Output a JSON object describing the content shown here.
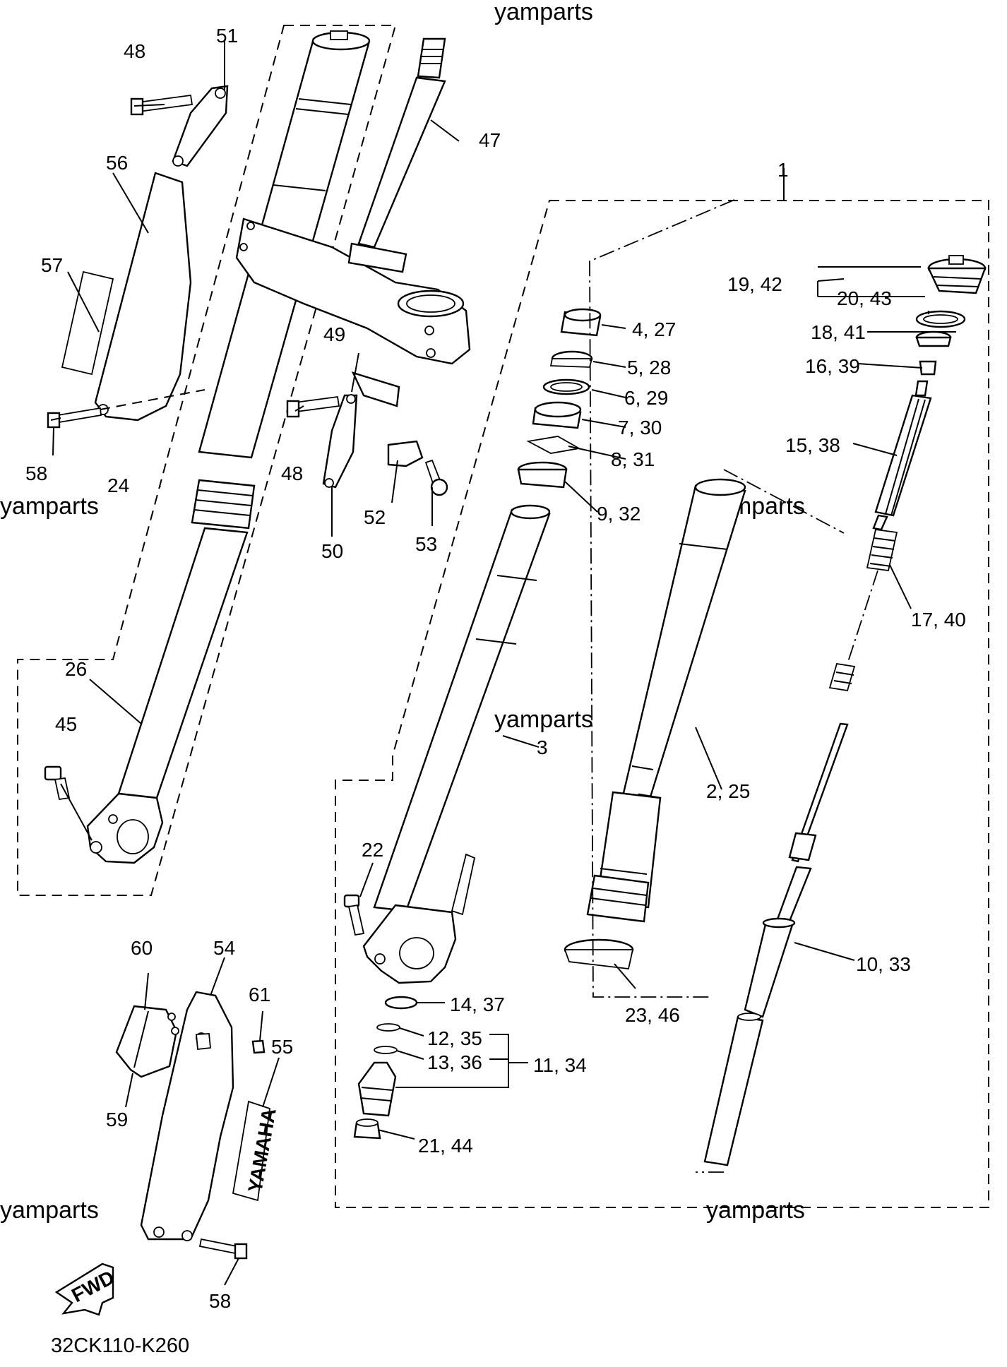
{
  "watermark": "yamparts",
  "diagram_code": "32CK110-K260",
  "fwd_label": "FWD",
  "brand_decal": "YAMAHA",
  "callouts": {
    "c1": "1",
    "c2_25": "2, 25",
    "c3": "3",
    "c4_27": "4, 27",
    "c5_28": "5, 28",
    "c6_29": "6, 29",
    "c7_30": "7, 30",
    "c8_31": "8, 31",
    "c9_32": "9, 32",
    "c10_33": "10, 33",
    "c11_34": "11, 34",
    "c12_35": "12, 35",
    "c13_36": "13, 36",
    "c14_37": "14, 37",
    "c15_38": "15, 38",
    "c16_39": "16, 39",
    "c17_40": "17, 40",
    "c18_41": "18, 41",
    "c19_42": "19, 42",
    "c20_43": "20, 43",
    "c21_44": "21, 44",
    "c22": "22",
    "c23_46": "23, 46",
    "c24": "24",
    "c26": "26",
    "c45": "45",
    "c47": "47",
    "c48_top": "48",
    "c48_mid": "48",
    "c49": "49",
    "c50": "50",
    "c51": "51",
    "c52": "52",
    "c53": "53",
    "c54": "54",
    "c55": "55",
    "c56": "56",
    "c57": "57",
    "c58_top": "58",
    "c58_bottom": "58",
    "c59": "59",
    "c60": "60",
    "c61": "61"
  }
}
